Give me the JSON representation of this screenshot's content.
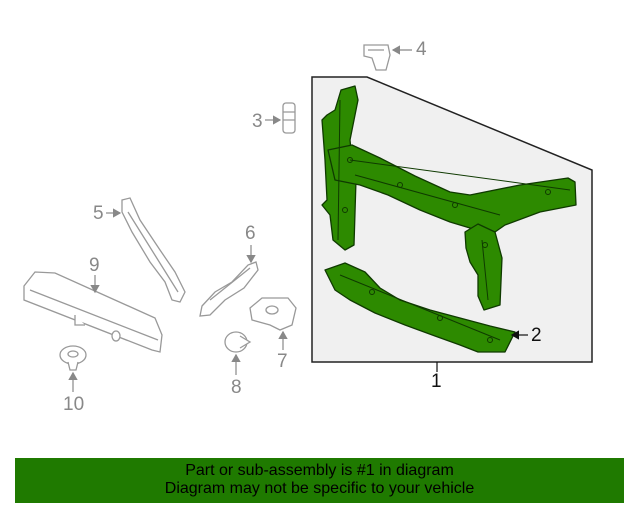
{
  "diagram": {
    "callouts": {
      "c1": "1",
      "c2": "2",
      "c3": "3",
      "c4": "4",
      "c5": "5",
      "c6": "6",
      "c7": "7",
      "c8": "8",
      "c9": "9",
      "c10": "10"
    },
    "highlighted_part": "1",
    "highlight_color": "#2d8a00"
  },
  "banner": {
    "line1": "Part or sub-assembly is #1 in diagram",
    "line2": "Diagram may not be specific to your vehicle",
    "color": "#1f7a00"
  }
}
